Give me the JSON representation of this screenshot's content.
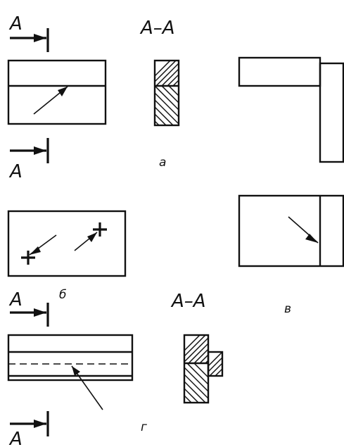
{
  "labels": {
    "section_letter": "A",
    "section_title": "A–A",
    "variant_a": "а",
    "variant_b": "б",
    "variant_v": "в",
    "variant_g": "г"
  },
  "colors": {
    "ink": "#111111",
    "paper": "#ffffff"
  }
}
